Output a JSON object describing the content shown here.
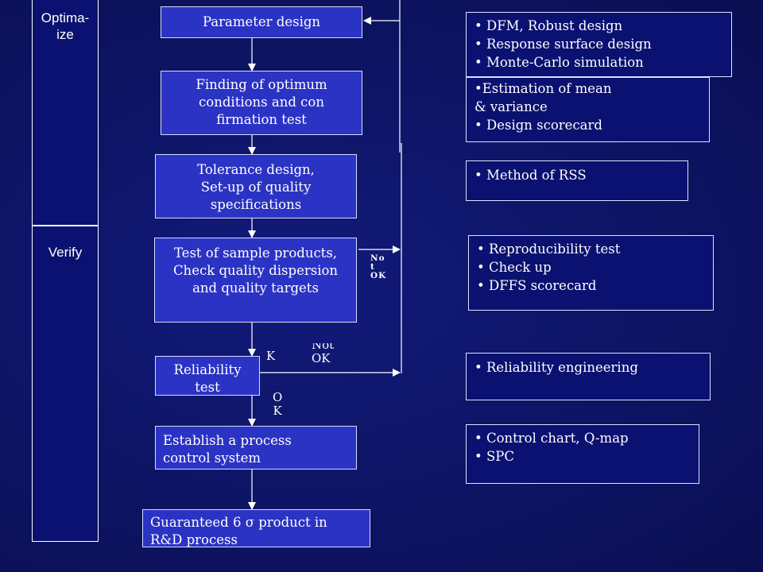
{
  "phases": {
    "optimize": "Optima-\nize",
    "verify": "Verify"
  },
  "steps": {
    "parameter_design": "Parameter design",
    "optimum_conditions": "Finding of optimum\nconditions and  con\nfirmation test",
    "tolerance_design": "Tolerance design,\nSet-up of quality\nspecifications",
    "sample_test": "Test of sample products,\nCheck quality dispersion\nand quality targets",
    "reliability_test": "Reliability\ntest",
    "control_system": "Establish a process\ncontrol system",
    "guaranteed": "Guaranteed 6 σ product in\nR&D process"
  },
  "notes": {
    "parameter_design": [
      "• DFM, Robust design",
      "• Response surface design",
      "• Monte-Carlo simulation"
    ],
    "optimum_conditions": "•Estimation of mean\n& variance\n• Design scorecard",
    "tolerance_design": [
      "• Method of RSS"
    ],
    "sample_test": [
      "• Reproducibility test",
      "• Check up",
      "• DFFS scorecard"
    ],
    "reliability_test": [
      "• Reliability engineering"
    ],
    "control_system": [
      "• Control chart, Q-map",
      "• SPC"
    ]
  },
  "labels": {
    "sample_not_ok": "No\nt\nOK",
    "sample_ok": "K",
    "reliability_not_ok": "Not\nOK",
    "reliability_ok": "O\nK"
  },
  "colors": {
    "background": "#0d1464",
    "step_fill": "#2b33c4",
    "note_fill": "#0b1170",
    "line": "#ffffff"
  }
}
